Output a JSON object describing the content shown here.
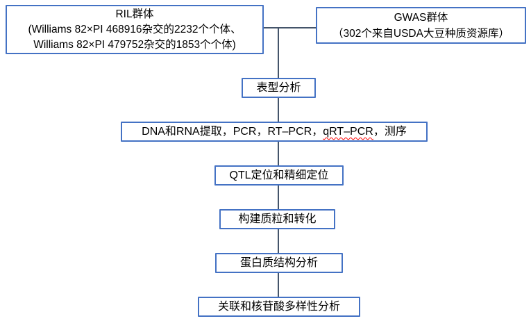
{
  "colors": {
    "box_border": "#4472C4",
    "connector": "#44546A",
    "spellcheck_underline": "#FF0000",
    "text": "#000000",
    "background": "#FFFFFF"
  },
  "ril_box": {
    "line1": "RIL群体",
    "line2": "(Williams 82×PI 468916杂交的2232个个体、",
    "line3": "Williams 82×PI 479752杂交的1853个个体)"
  },
  "gwas_box": {
    "line1": "GWAS群体",
    "line2": "（302个来自USDA大豆种质资源库）"
  },
  "steps": {
    "phenotype": "表型分析",
    "molecular_part1": "DNA和RNA提取，PCR，RT–PCR，",
    "molecular_misspelled": "qRT–PCR",
    "molecular_part2": "，测序",
    "qtl": "QTL定位和精细定位",
    "plasmid": "构建质粒和转化",
    "protein": "蛋白质结构分析",
    "association": "关联和核苷酸多样性分析"
  }
}
